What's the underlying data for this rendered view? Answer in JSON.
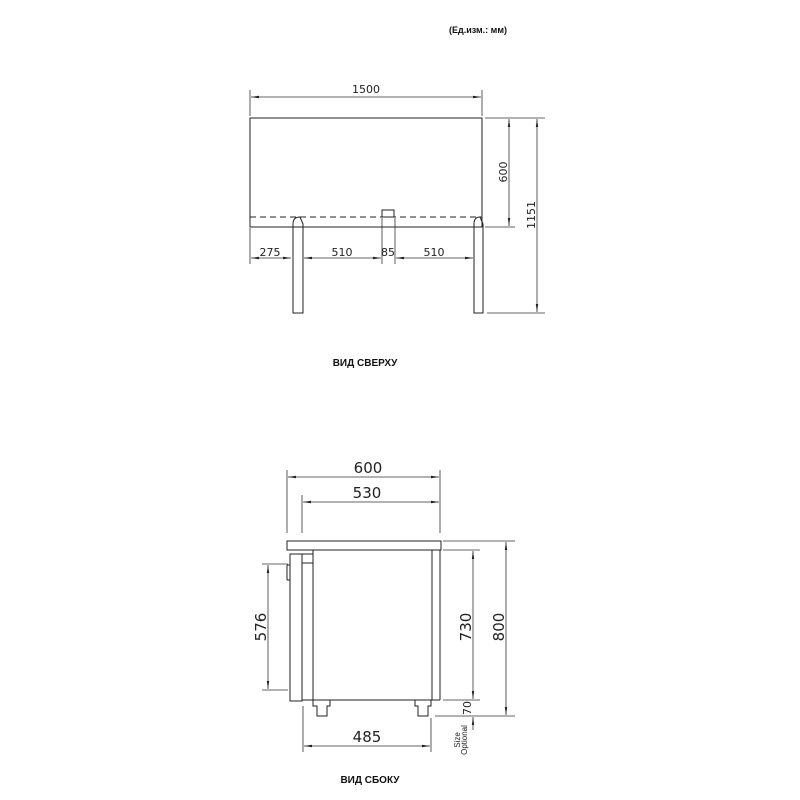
{
  "units_note": "(Ед.изм.: мм)",
  "top_view": {
    "caption": "ВИД СВЕРХУ",
    "width": "1500",
    "depth": "600",
    "overall_depth": "1151",
    "offset_left": "275",
    "span_left": "510",
    "center": "85",
    "span_right": "510"
  },
  "side_view": {
    "caption": "ВИД СБОКУ",
    "depth": "600",
    "inner_depth": "530",
    "door_height": "576",
    "body_height": "730",
    "total_height": "800",
    "leg_height": "70",
    "leg_spacing": "485",
    "size_label": "Size",
    "optional_label": "Optional"
  }
}
